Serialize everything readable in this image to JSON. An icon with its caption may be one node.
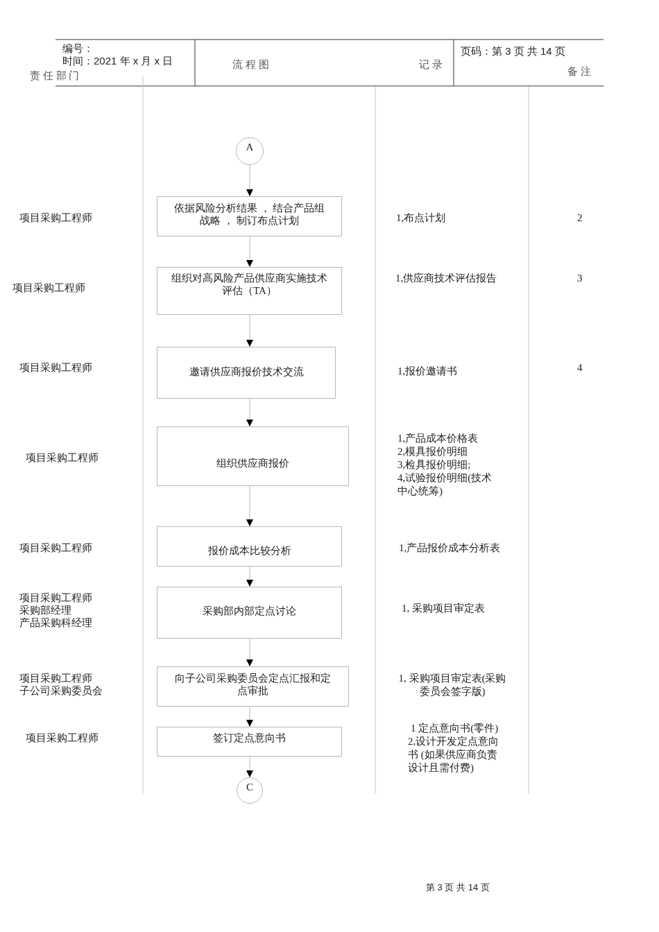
{
  "diagram": {
    "nodes": [
      {
        "text": [
          "A"
        ]
      },
      {
        "text": [
          "依据风险分析结果 ， 结合产品组战略 ， 制订布点计划"
        ]
      },
      {
        "text": [
          "组织对高风险产品供应商实施技术评估（TA）"
        ]
      },
      {
        "text": [
          "邀请供应商报价技术交流"
        ]
      },
      {
        "text": [
          "组织供应商报价"
        ]
      },
      {
        "text": [
          "报价成本比较分析"
        ]
      },
      {
        "text": [
          "采购部内部定点讨论"
        ]
      },
      {
        "text": [
          "向子公司采购委员会定点汇报和定点审批"
        ]
      },
      {
        "text": [
          "签订定点意向书"
        ]
      },
      {
        "text": [
          "C"
        ]
      }
    ],
    "edges": [
      {
        "from": 0,
        "to": 1,
        "arrow": "to"
      },
      {
        "from": 1,
        "to": 2,
        "arrow": "to"
      },
      {
        "from": 2,
        "to": 3,
        "arrow": "to"
      },
      {
        "from": 3,
        "to": 4,
        "arrow": "to"
      },
      {
        "from": 4,
        "to": 5,
        "arrow": "to"
      },
      {
        "from": 5,
        "to": 6,
        "arrow": "to"
      },
      {
        "from": 6,
        "to": 7,
        "arrow": "to"
      },
      {
        "from": 7,
        "to": 8,
        "arrow": "to"
      },
      {
        "from": 8,
        "to": 9,
        "arrow": "to"
      }
    ],
    "labels": [
      "编号：",
      "时间：2021 年 x 月 x 日",
      "责 任 部 门",
      "流 程 图",
      "记 录",
      "页码：第 3 页 共 14 页",
      "备 注",
      "项目采购工程师",
      "1,布点计划",
      "2",
      "项目采购工程师",
      "1,供应商技术评估报告",
      "3",
      "项目采购工程师",
      "1,报价邀请书",
      "4",
      "项目采购工程师",
      "1,产品成本价格表",
      "2,模具报价明细",
      "3,检具报价明细;",
      "4,试验报价明细(技术中心统筹)",
      "项目采购工程师",
      "1,产品报价成本分析表",
      "项目采购工程师",
      "采购部经理",
      "产品采购科经理",
      "1, 采购项目审定表",
      "项目采购工程师",
      "子公司采购委员会",
      "1, 采购项目审定表(采购委员会签字版)",
      "项目采购工程师",
      "1 定点意向书(零件)",
      "2,设计开发定点意向书 (如果供应商负责设计且需付费)",
      "第 3 页 共 14 页"
    ]
  }
}
